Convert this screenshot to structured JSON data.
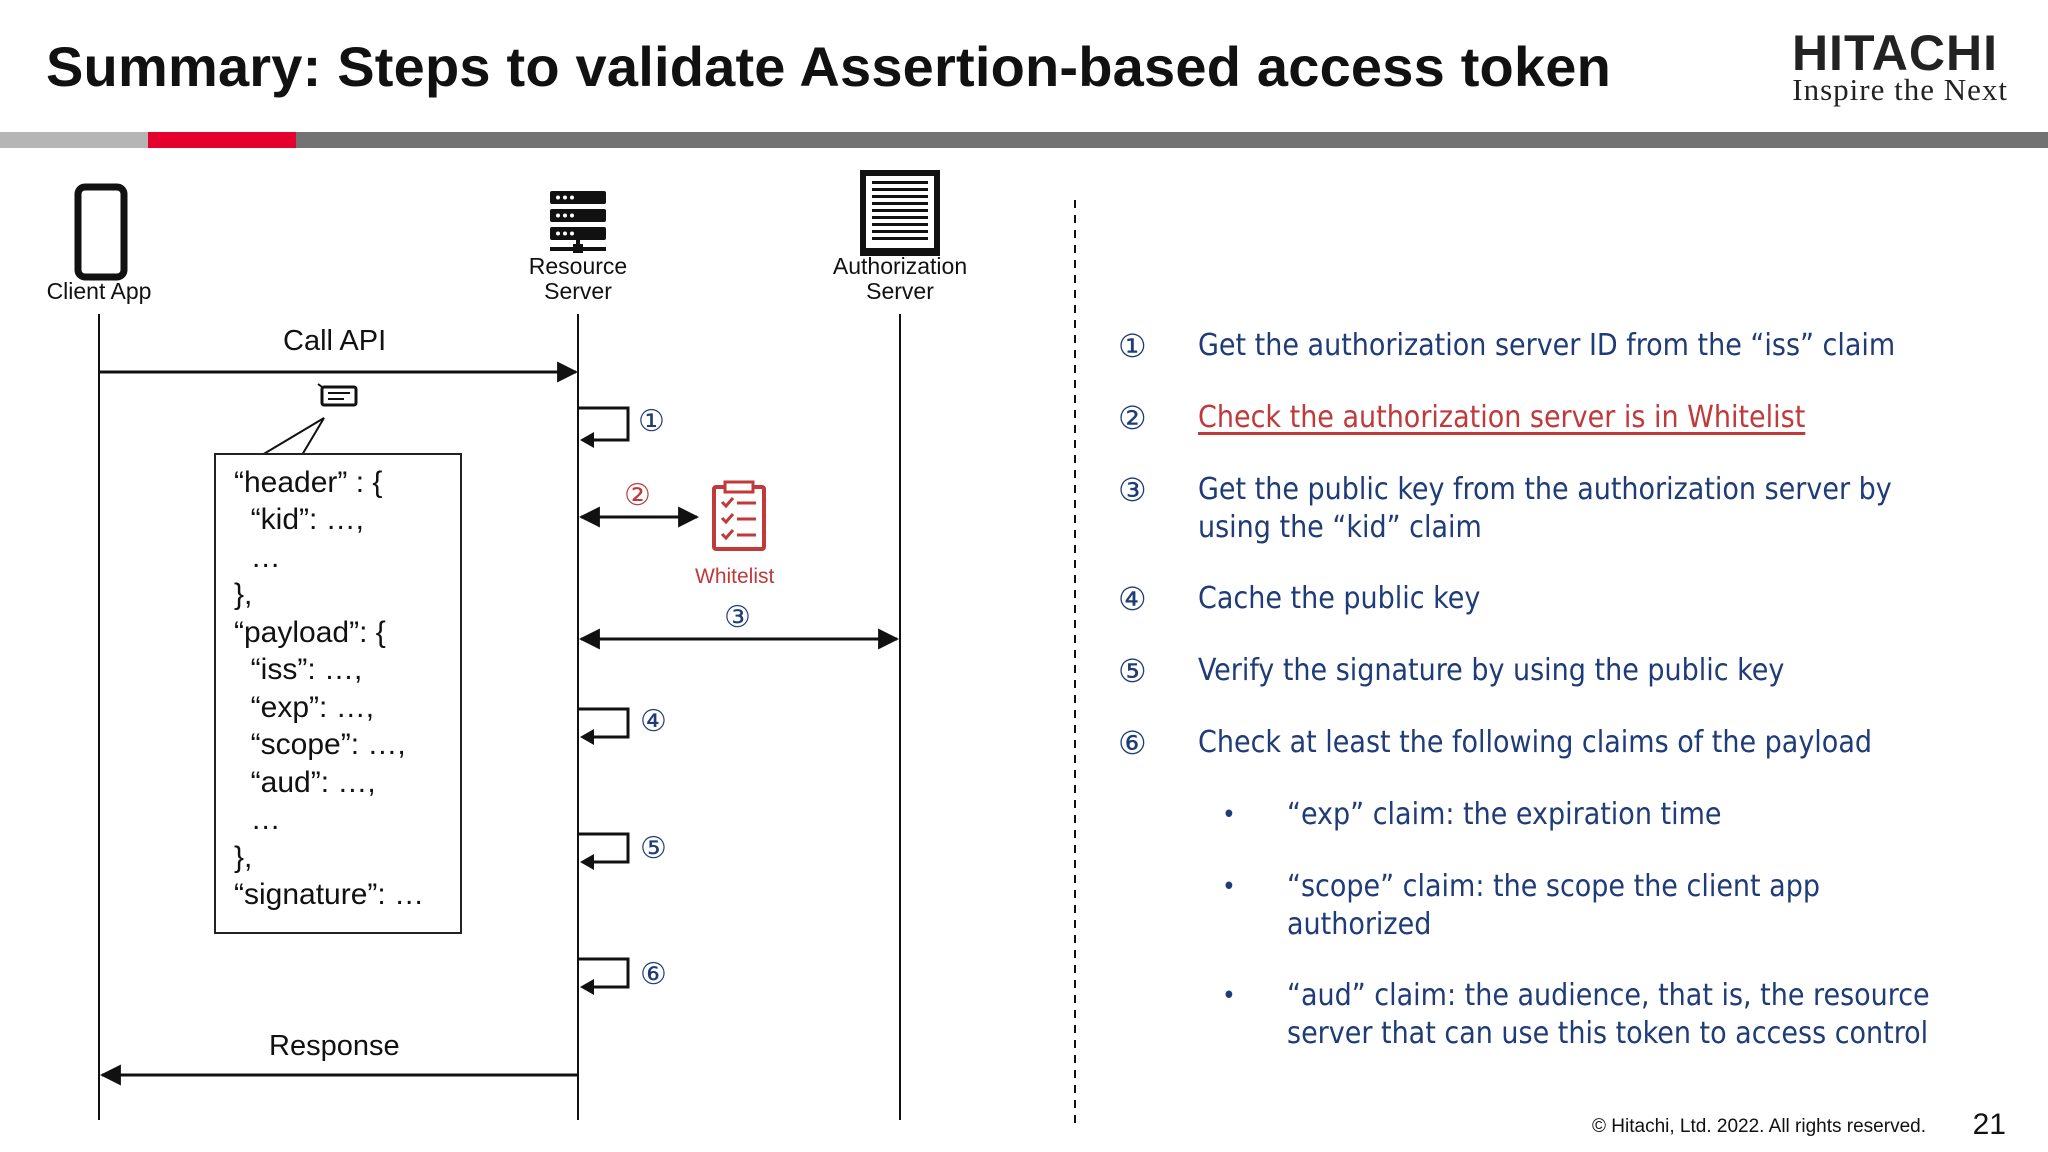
{
  "slide": {
    "title": "Summary: Steps to validate Assertion-based access token",
    "logo_name": "HITACHI",
    "logo_tagline": "Inspire the Next",
    "footer": "© Hitachi, Ltd. 2022. All rights reserved.",
    "page_number": "21",
    "accent_color": "#e6002d",
    "text_blue": "#1f3c78",
    "text_red": "#c0393b"
  },
  "diagram": {
    "client_label": "Client App",
    "resource_label_1": "Resource",
    "resource_label_2": "Server",
    "auth_label_1": "Authorization",
    "auth_label_2": "Server",
    "call_api": "Call API",
    "response": "Response",
    "whitelist": "Whitelist",
    "token_json": [
      "“header” : {",
      "  “kid”: …,",
      "  …",
      "},",
      "“payload”: {",
      "  “iss”: …,",
      "  “exp”: …,",
      "  “scope”: …,",
      "  “aud”: …,",
      "  …",
      "},",
      "“signature”: …"
    ],
    "markers": [
      "①",
      "②",
      "③",
      "④",
      "⑤",
      "⑥"
    ],
    "icons": {
      "client": "smartphone-icon",
      "resource": "server-rack-icon",
      "auth": "server-tower-icon",
      "token": "ticket-icon",
      "whitelist": "checklist-icon"
    }
  },
  "steps": [
    {
      "num": "①",
      "lines": [
        "Get the authorization server ID from the “iss” claim"
      ]
    },
    {
      "num": "②",
      "lines": [
        "Check the authorization server is in Whitelist"
      ]
    },
    {
      "num": "③",
      "lines": [
        "Get the public key from the authorization server by",
        "using the “kid” claim"
      ]
    },
    {
      "num": "④",
      "lines": [
        "Cache the public key"
      ]
    },
    {
      "num": "⑤",
      "lines": [
        "Verify the signature by using the public key"
      ]
    },
    {
      "num": "⑥",
      "lines": [
        "Check at least the following claims of the payload"
      ]
    }
  ],
  "claims": [
    {
      "bullet": "•",
      "lines": [
        "“exp” claim: the expiration time"
      ]
    },
    {
      "bullet": "•",
      "lines": [
        "“scope” claim: the scope the client app",
        "authorized"
      ]
    },
    {
      "bullet": "•",
      "lines": [
        "“aud” claim: the audience, that is, the resource",
        "server that can use this token to access control"
      ]
    }
  ]
}
